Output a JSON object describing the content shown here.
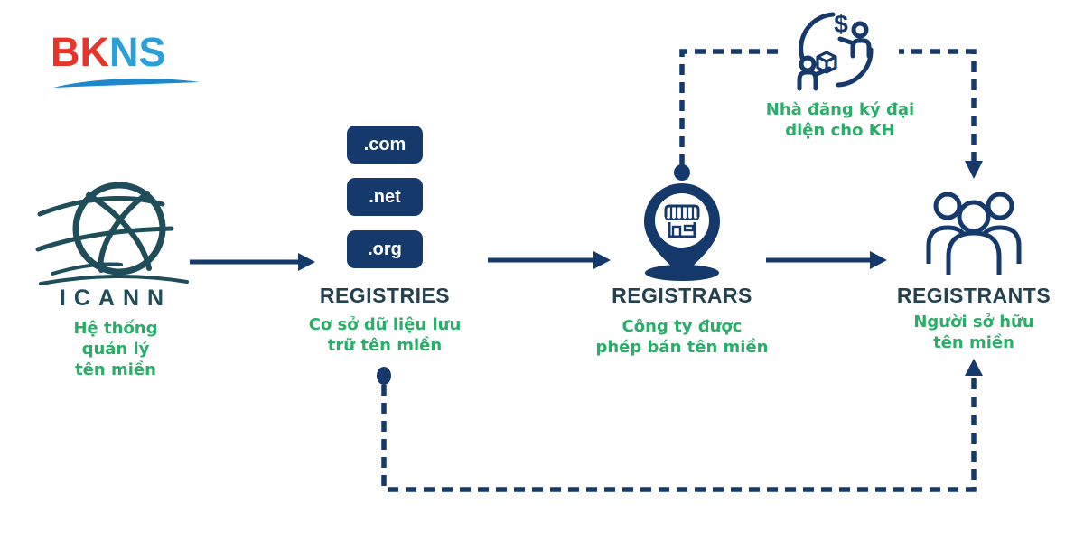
{
  "brand": {
    "text_bk": "BK",
    "text_ns": "NS",
    "color_bk": "#E6352B",
    "color_ns": "#2D9FD8",
    "swoosh_color": "#1E88CC"
  },
  "flow": {
    "nodes": [
      {
        "id": "icann",
        "title": "ICANN",
        "subtitle_lines": [
          "Hệ thống",
          "quản lý",
          "tên miền"
        ],
        "icon": "globe-icon"
      },
      {
        "id": "registries",
        "title": "REGISTRIES",
        "tlds": [
          ".com",
          ".net",
          ".org"
        ],
        "subtitle_lines": [
          "Cơ sở dữ liệu lưu",
          "trữ tên miền"
        ],
        "icon": "tld-stack"
      },
      {
        "id": "registrars",
        "title": "REGISTRARS",
        "subtitle_lines": [
          "Công ty được",
          "phép bán tên miền"
        ],
        "icon": "store-pin-icon"
      },
      {
        "id": "registrants",
        "title": "REGISTRANTS",
        "subtitle_lines": [
          "Người sở hữu",
          "tên miền"
        ],
        "icon": "people-icon"
      }
    ],
    "solid_arrows": [
      {
        "from": "icann",
        "to": "registries"
      },
      {
        "from": "registries",
        "to": "registrars"
      },
      {
        "from": "registrars",
        "to": "registrants"
      }
    ],
    "dashed_links": [
      {
        "from": "registrars",
        "to": "registrants",
        "via": "top",
        "annotation": "broker_note"
      },
      {
        "from": "registries",
        "to": "registrants",
        "via": "bottom"
      }
    ]
  },
  "annotations": {
    "broker_note": {
      "lines": [
        "Nhà đăng ký đại",
        "diện cho KH"
      ],
      "dollar_symbol": "$",
      "icon": "exchange-icon"
    }
  },
  "colors": {
    "navy": "#15396B",
    "heading": "#24414F",
    "icann_teal": "#1F4D59",
    "green": "#29AD68",
    "background": "#FFFFFF"
  }
}
